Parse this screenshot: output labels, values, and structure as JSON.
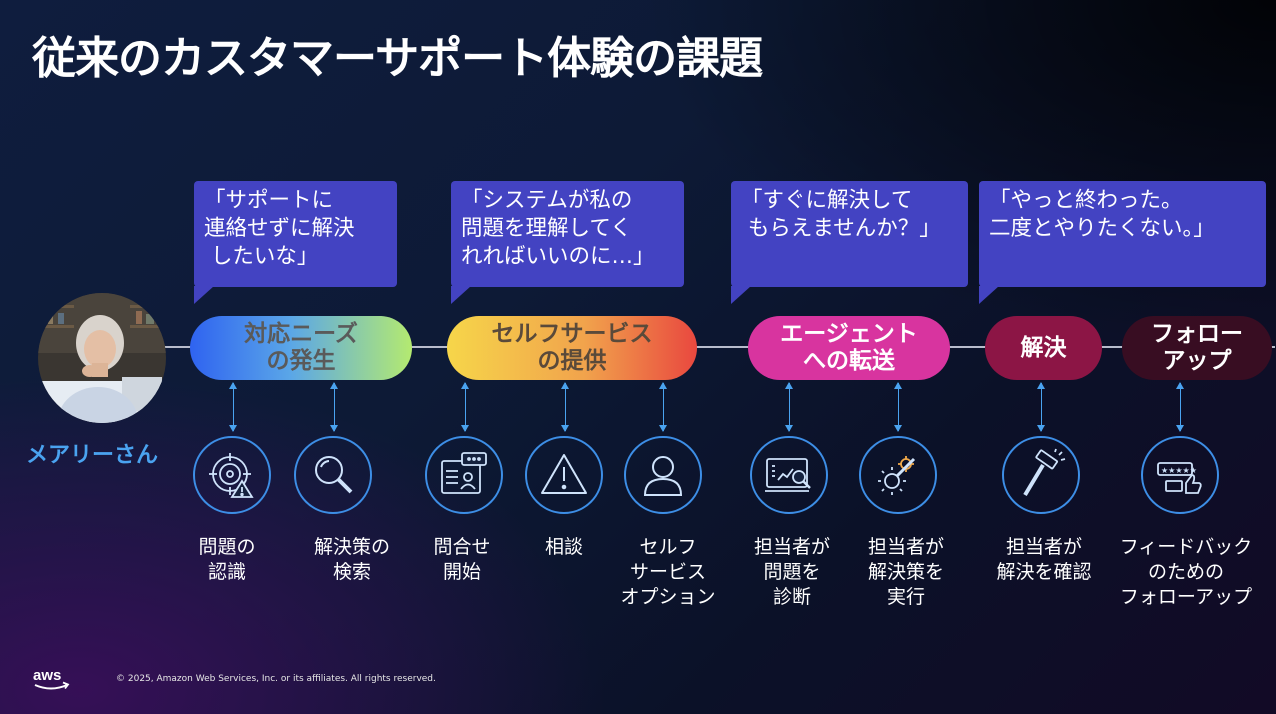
{
  "title": "従来のカスタマーサポート体験の課題",
  "persona": {
    "name": "メアリーさん"
  },
  "quotes": [
    "「サポートに\n連絡せずに解決\n したいな」",
    "「システムが私の\n問題を理解してく\nれればいいのに…」",
    "「すぐに解決して\n もらえませんか？」",
    "「やっと終わった。\n二度とやりたくない。」"
  ],
  "stages": [
    {
      "label": "対応ニーズ\nの発生",
      "color": "#2a6df5"
    },
    {
      "label": "セルフサービス\nの提供",
      "color": "#f0c63a"
    },
    {
      "label": "エージェント\nへの転送",
      "color": "#d5349e"
    },
    {
      "label": "解決",
      "color": "#8e1544"
    },
    {
      "label": "フォロー\nアップ",
      "color": "#3a0d22"
    }
  ],
  "steps": [
    {
      "label": "問題の\n認識",
      "icon": "target-warning-icon"
    },
    {
      "label": "解決策の\n検索",
      "icon": "magnifier-icon"
    },
    {
      "label": "問合せ\n開始",
      "icon": "chat-form-icon"
    },
    {
      "label": "相談",
      "icon": "warning-triangle-icon"
    },
    {
      "label": "セルフ\nサービス\nオプション",
      "icon": "user-icon"
    },
    {
      "label": "担当者が\n問題を\n診断",
      "icon": "diagnose-monitor-icon"
    },
    {
      "label": "担当者が\n解決策を\n実行",
      "icon": "gear-wrench-icon"
    },
    {
      "label": "担当者が\n解決を確認",
      "icon": "hammer-icon"
    },
    {
      "label": "フィードバック\nのための\nフォローアップ",
      "icon": "rating-thumbs-up-icon"
    }
  ],
  "footer": {
    "logo": "aws",
    "copyright": "© 2025, Amazon Web Services, Inc. or its affiliates. All rights reserved."
  }
}
